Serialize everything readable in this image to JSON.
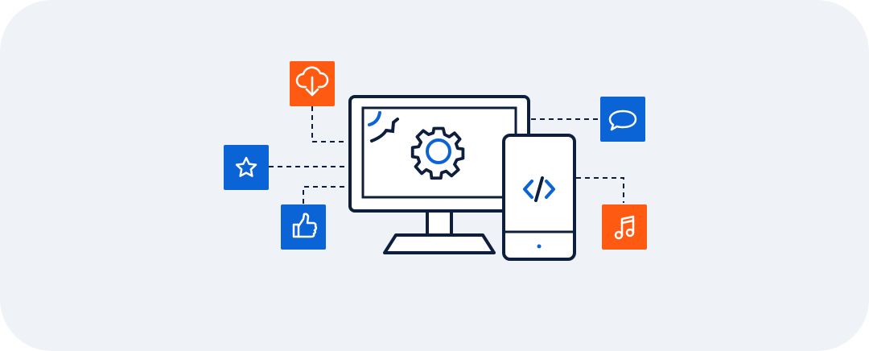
{
  "illustration": {
    "theme": "software-development-on-multiple-devices",
    "colors": {
      "background": "#eff2f6",
      "outline": "#0d1f3d",
      "accent_blue": "#0a64d6",
      "accent_orange": "#ff5a12",
      "icon_fg": "#ffffff",
      "connector": "#0d1f3d"
    },
    "devices": [
      "desktop-monitor",
      "smartphone"
    ],
    "monitor_screen_icon": "gear-icon",
    "phone_screen_icon": "code-brackets-icon",
    "tiles": [
      {
        "icon": "cloud-download-icon",
        "color": "accent_orange"
      },
      {
        "icon": "star-icon",
        "color": "accent_blue"
      },
      {
        "icon": "thumbs-up-icon",
        "color": "accent_blue"
      },
      {
        "icon": "chat-bubble-icon",
        "color": "accent_blue"
      },
      {
        "icon": "music-note-icon",
        "color": "accent_orange"
      }
    ]
  }
}
